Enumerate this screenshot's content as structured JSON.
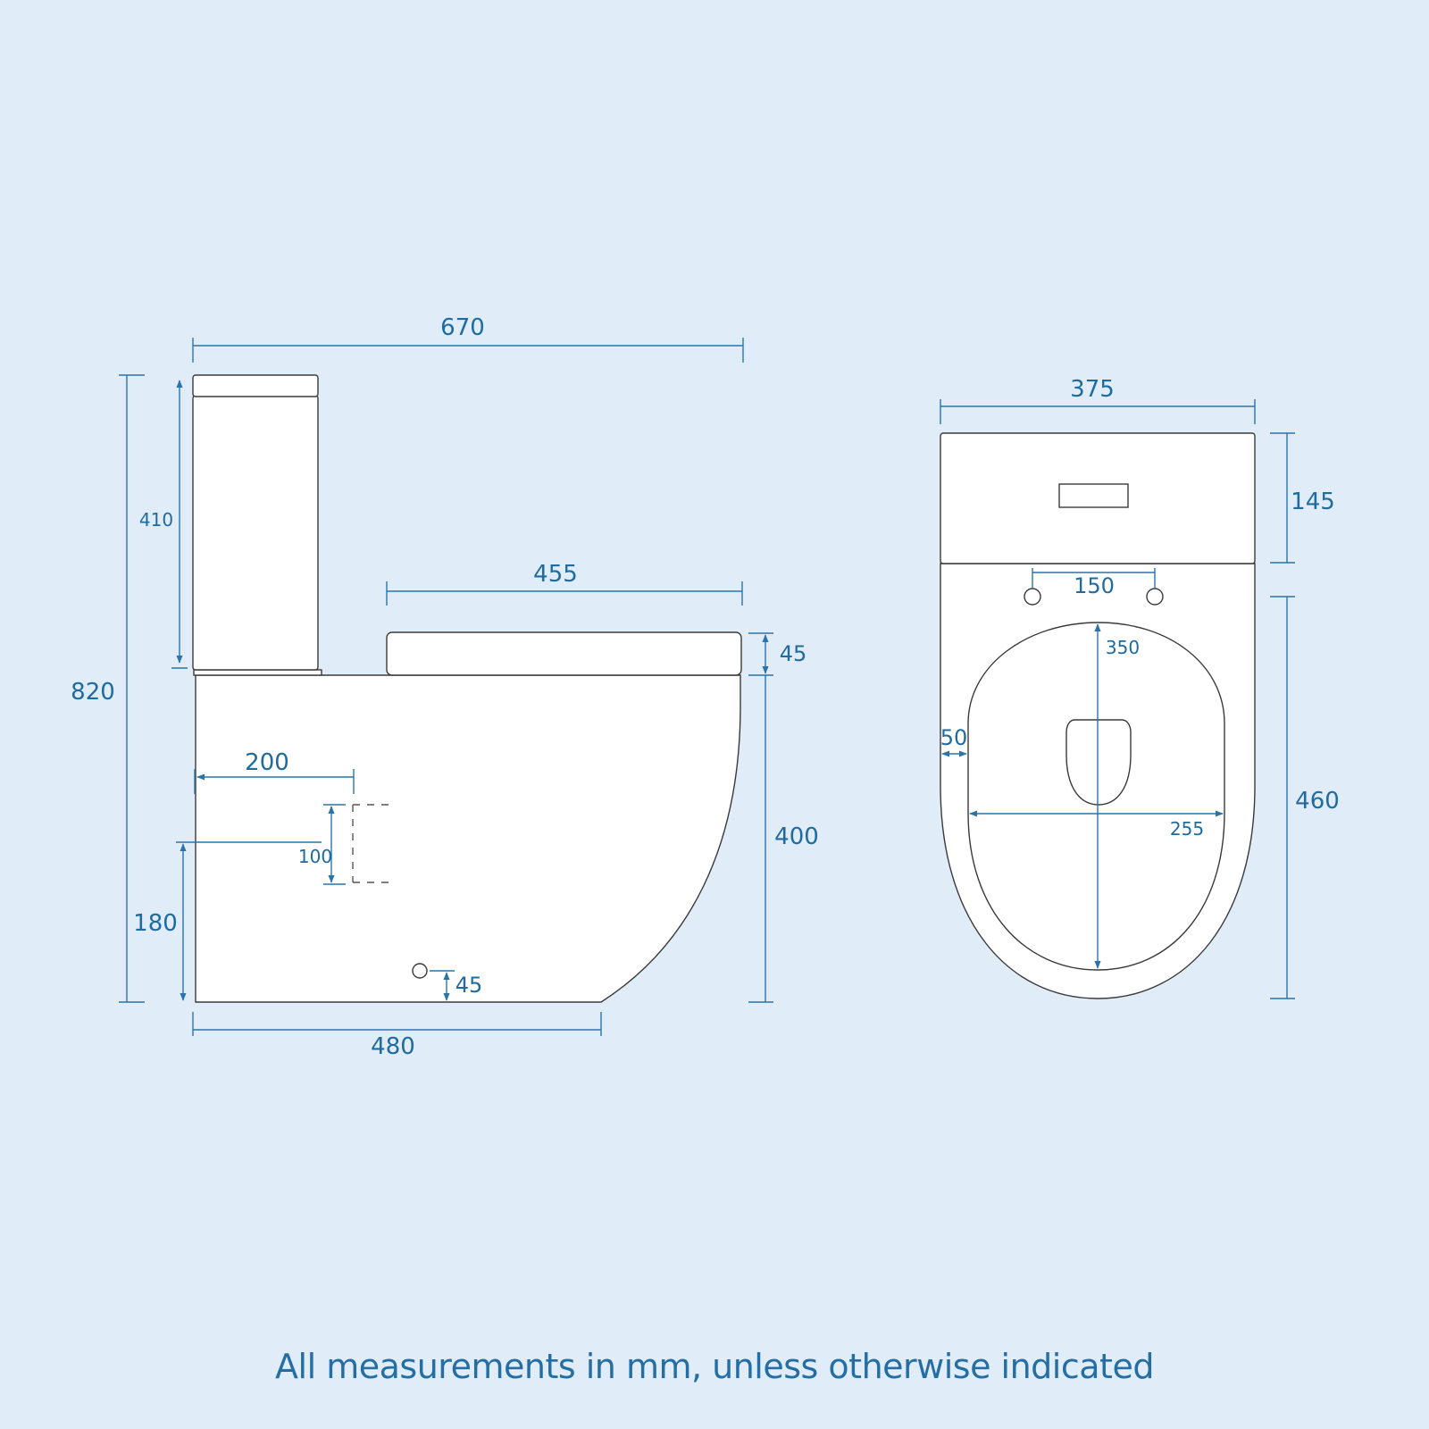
{
  "units": "mm",
  "footer_note": "All measurements in mm, unless otherwise indicated",
  "colors": {
    "background": "#e0edf9",
    "dimension": "#2a74a8",
    "label": "#1f6a9e",
    "outline": "#3a3a3a",
    "fill": "#ffffff"
  },
  "side_view": {
    "overall_depth": "670",
    "overall_height": "820",
    "cistern_height": "410",
    "seat_length": "455",
    "seat_thickness": "45",
    "pan_height": "400",
    "waste_outlet_from_back": "200",
    "waste_outlet_size": "100",
    "waste_outlet_height": "180",
    "fixing_hole_height": "45",
    "footprint_depth": "480"
  },
  "top_view": {
    "overall_width": "375",
    "cistern_depth": "145",
    "hinge_centres": "150",
    "pan_length": "460",
    "seat_opening_length": "350",
    "seat_opening_width": "255",
    "rim_width": "50"
  }
}
